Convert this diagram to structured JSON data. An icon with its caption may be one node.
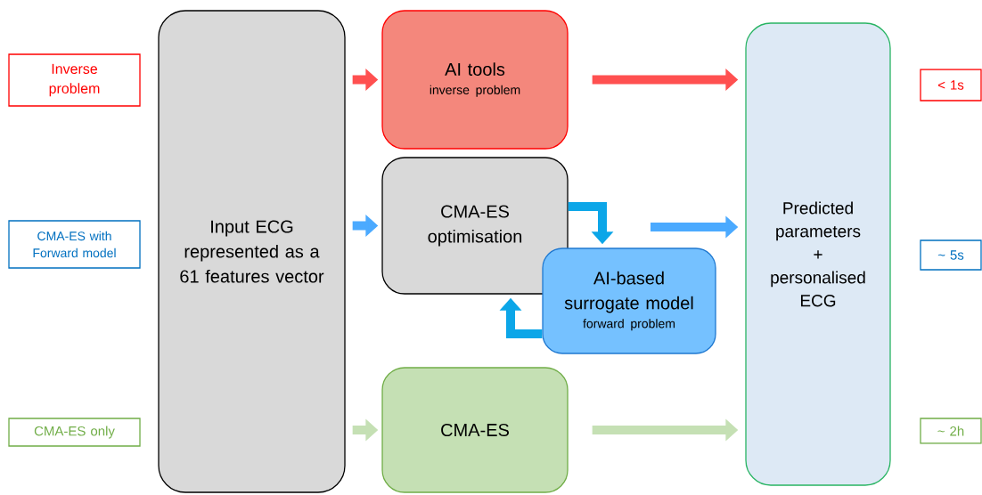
{
  "diagram": {
    "nodes": [
      {
        "text": [
          "Inverse problem"
        ]
      },
      {
        "text": [
          "CMA-ES with Forward model"
        ]
      },
      {
        "text": [
          "CMA-ES only"
        ]
      },
      {
        "text": [
          "Input ECG represented as a 61 features vector"
        ]
      },
      {
        "text": [
          "AI tools",
          "inverse problem"
        ]
      },
      {
        "text": [
          "CMA-ES optimisation"
        ]
      },
      {
        "text": [
          "AI-based surrogate model",
          "forward problem"
        ]
      },
      {
        "text": [
          "CMA-ES"
        ]
      },
      {
        "text": [
          "Predicted parameters + personalised ECG"
        ]
      },
      {
        "text": [
          "< 1s"
        ]
      },
      {
        "text": [
          "~ 5s"
        ]
      },
      {
        "text": [
          "~ 2h"
        ]
      }
    ],
    "edges": [
      {
        "from": 3,
        "to": 4,
        "arrow": "to",
        "color": "#ff5050"
      },
      {
        "from": 3,
        "to": 5,
        "arrow": "to",
        "color": "#4baaff"
      },
      {
        "from": 3,
        "to": 7,
        "arrow": "to",
        "color": "#c5e0b4"
      },
      {
        "from": 4,
        "to": 8,
        "arrow": "to",
        "color": "#ff5050"
      },
      {
        "from": null,
        "to": 8,
        "arrow": "to",
        "color": "#4baaff"
      },
      {
        "from": 7,
        "to": 8,
        "arrow": "to",
        "color": "#c5e0b4"
      },
      {
        "from": 5,
        "to": 6,
        "arrow": "to",
        "color": "#0ca6e8"
      },
      {
        "from": 6,
        "to": 5,
        "arrow": "to",
        "color": "#0ca6e8"
      }
    ]
  }
}
